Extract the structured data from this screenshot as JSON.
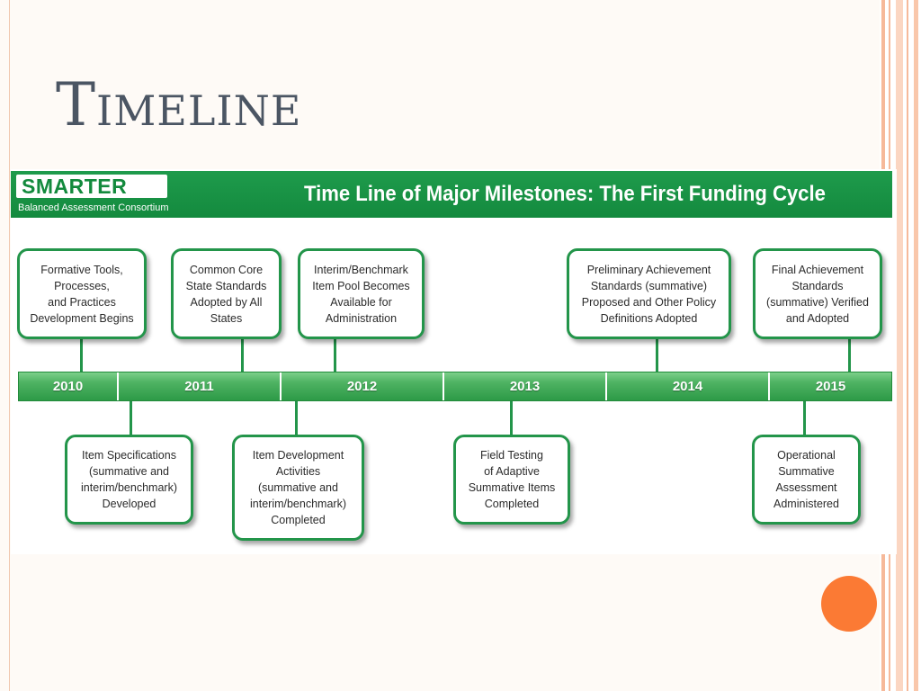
{
  "slide": {
    "title": "Timeline"
  },
  "infographic": {
    "logo_main": "SMARTER",
    "logo_sub": "Balanced Assessment Consortium",
    "heading": "Time Line of Major Milestones: The First Funding Cycle",
    "years": [
      "2010",
      "2011",
      "2012",
      "2013",
      "2014",
      "2015"
    ],
    "above": [
      "Formative Tools,\nProcesses,\nand Practices\nDevelopment Begins",
      "Common Core\nState Standards\nAdopted by All\nStates",
      "Interim/Benchmark\nItem Pool Becomes\nAvailable for\nAdministration",
      "Preliminary Achievement\nStandards (summative)\nProposed and Other Policy\nDefinitions Adopted",
      "Final Achievement\nStandards\n(summative) Verified\nand Adopted"
    ],
    "below": [
      "Item Specifications\n(summative and\ninterim/benchmark)\nDeveloped",
      "Item Development\nActivities\n(summative and\ninterim/benchmark)\nCompleted",
      "Field Testing\nof Adaptive\nSummative Items\nCompleted",
      "Operational\nSummative\nAssessment\nAdministered"
    ]
  },
  "colors": {
    "accent_green": "#23954a",
    "accent_orange": "#fb7a34",
    "title_gray": "#4b5563"
  }
}
